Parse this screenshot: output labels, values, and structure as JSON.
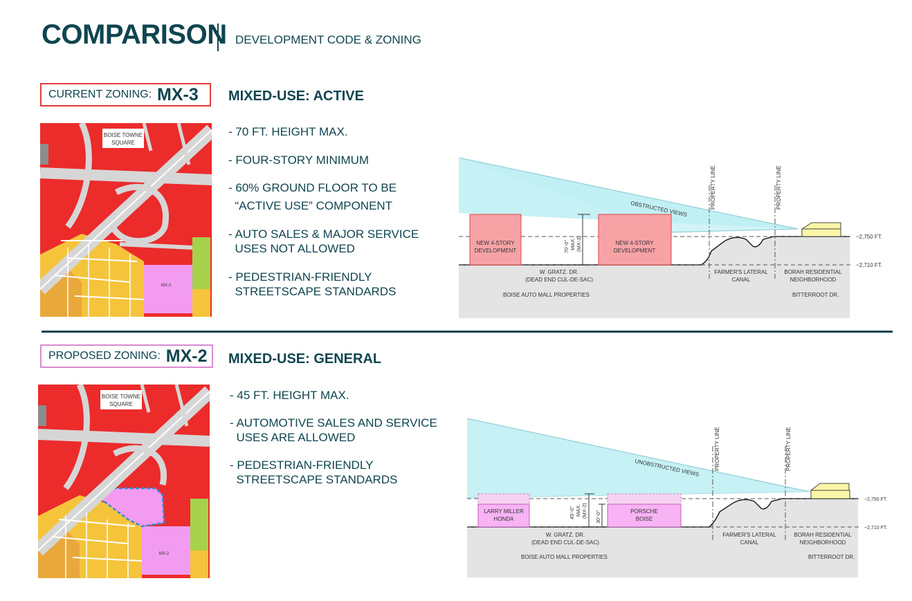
{
  "header": {
    "title": "COMPARISON",
    "subtitle": "DEVELOPMENT CODE & ZONING"
  },
  "current": {
    "zone_label": "CURRENT ZONING:",
    "zone_code": "MX-3",
    "heading": "MIXED-USE: ACTIVE",
    "bullets": [
      "- 70 FT. HEIGHT MAX.",
      "- FOUR-STORY MINIMUM",
      "- 60% GROUND FLOOR TO BE",
      "  “ACTIVE USE” COMPONENT",
      "- AUTO SALES & MAJOR SERVICE",
      "  USES NOT ALLOWED",
      "- PEDESTRIAN-FRIENDLY",
      "  STREETSCAPE STANDARDS"
    ],
    "map": {
      "label_line1": "BOISE TOWNE",
      "label_line2": "SQUARE",
      "zone_tag": "MX-2"
    },
    "section": {
      "views_label": "OBSTRUCTED VIEWS",
      "property_line_1": "PROPERTY LINE",
      "property_line_2": "PROPERTY LINE",
      "building_1_line1": "NEW 4-STORY",
      "building_1_line2": "DEVELOPMENT",
      "building_2_line1": "NEW 4-STORY",
      "building_2_line2": "DEVELOPMENT",
      "height_line1": "70'-0\"",
      "height_line2": "MAX.",
      "height_line3": "(MX-3)",
      "elev_high": "~2,750 FT.",
      "elev_low": "~2,710 FT.",
      "street_line1": "W. GRATZ. DR.",
      "street_line2": "(DEAD END CUL-DE-SAC)",
      "canal_line1": "FARMER'S LATERAL",
      "canal_line2": "CANAL",
      "neighborhood_line1": "BORAH RESIDENTIAL",
      "neighborhood_line2": "NEIGHBORHOOD",
      "properties": "BOISE AUTO MALL PROPERTIES",
      "road": "BITTERROOT DR."
    }
  },
  "proposed": {
    "zone_label": "PROPOSED ZONING:",
    "zone_code": "MX-2",
    "heading": "MIXED-USE: GENERAL",
    "bullets": [
      "- 45 FT. HEIGHT MAX.",
      "",
      "- AUTOMOTIVE SALES AND SERVICE",
      "  USES ARE ALLOWED",
      "",
      "- PEDESTRIAN-FRIENDLY",
      "  STREETSCAPE STANDARDS"
    ],
    "map": {
      "label_line1": "BOISE TOWNE",
      "label_line2": "SQUARE",
      "zone_tag": "MX-2"
    },
    "section": {
      "views_label": "UNOBSTRUCTED VIEWS",
      "property_line_1": "PROPERTY LINE",
      "property_line_2": "PROPERTY LINE",
      "building_1_line1": "LARRY MILLER",
      "building_1_line2": "HONDA",
      "building_2_line1": "PORSCHE",
      "building_2_line2": "BOISE",
      "height_line1": "45'-0\"",
      "height_line2": "MAX.",
      "height_line3": "(MX-2)",
      "height_small": "30'-0\"",
      "elev_high": "~2,750 FT.",
      "elev_low": "~2,710 FT.",
      "street_line1": "W. GRATZ. DR.",
      "street_line2": "(DEAD END CUL-DE-SAC)",
      "canal_line1": "FARMER'S LATERAL",
      "canal_line2": "CANAL",
      "neighborhood_line1": "BORAH RESIDENTIAL",
      "neighborhood_line2": "NEIGHBORHOOD",
      "properties": "BOISE AUTO MALL PROPERTIES",
      "road": "BITTERROOT DR."
    }
  },
  "colors": {
    "accent": "#0f4550",
    "mx3_red": "#ec2b2b",
    "mx2_pink": "#f29bf0",
    "residential_yellow": "#f5c43b",
    "sky": "#bfeff4",
    "ground": "#e3e3e3"
  }
}
